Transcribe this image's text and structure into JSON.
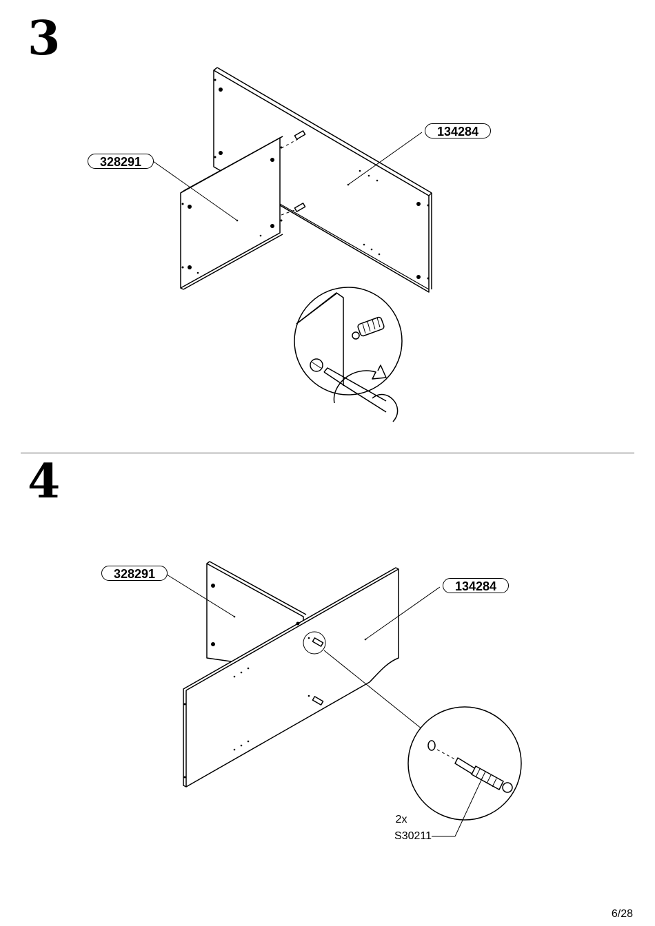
{
  "step3": {
    "number": "3",
    "part_a": "328291",
    "part_b": "134284"
  },
  "step4": {
    "number": "4",
    "part_a": "328291",
    "part_b": "134284",
    "hardware_qty": "2x",
    "hardware_code": "S30211"
  },
  "page": "6/28"
}
